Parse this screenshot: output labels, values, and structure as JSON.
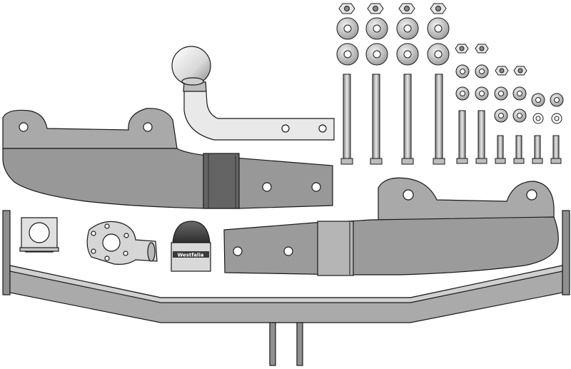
{
  "scene": {
    "subject": "tow-bar-kit",
    "colors": {
      "background": "#ffffff",
      "steel_dark": "#8c8c8c",
      "steel_mid": "#a6a6a6",
      "steel_light": "#d9d9d9",
      "outline": "#1a1a1a",
      "cap_dark": "#4a4a4a"
    }
  },
  "parts": {
    "tow_ball_arm": {
      "icon": "tow-ball-icon"
    },
    "left_bracket": {
      "icon": "bracket-icon"
    },
    "right_bracket": {
      "icon": "bracket-icon"
    },
    "crossbar": {
      "icon": "crossbar-icon"
    },
    "socket_plate": {
      "icon": "socket-plate-icon"
    },
    "mount_plate": {
      "icon": "mount-plate-icon"
    },
    "ball_cap": {
      "icon": "ball-cap-icon",
      "label": "Westfalia"
    },
    "long_bolts": {
      "count": 4
    },
    "short_bolts": {
      "count": 6
    },
    "nuts_large": {
      "count": 4
    },
    "nuts_small": {
      "count": 4
    },
    "washers": {
      "count": 20
    }
  }
}
